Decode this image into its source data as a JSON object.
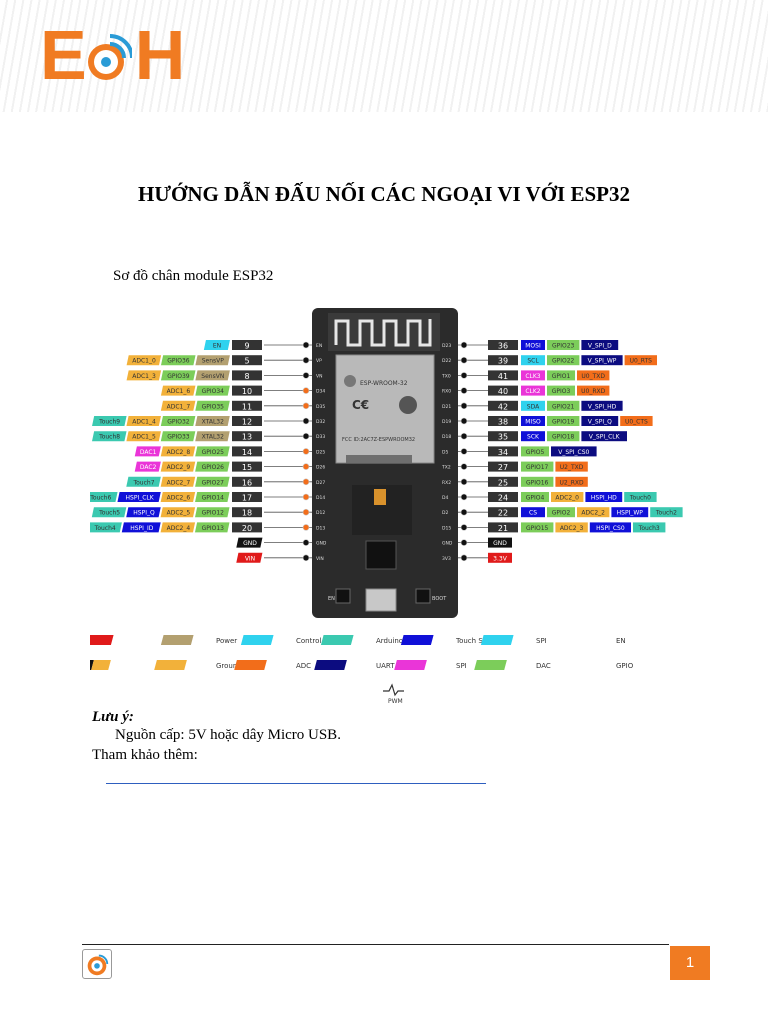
{
  "header": {
    "logo_text": "E H",
    "logo_letter_left": "E",
    "logo_letter_right": "H"
  },
  "title": "HƯỚNG DẪN ĐẤU NỐI CÁC NGOẠI VI VỚI ESP32",
  "subtitle": "Sơ đồ chân module ESP32",
  "module": {
    "chip_label": "ESP-WROOM-32",
    "chip_id": "FCC ID:2AC7Z-ESPWROOM32",
    "en_button": "EN",
    "boot_button": "BOOT",
    "left_pins": [
      "EN",
      "VP",
      "VN",
      "D34",
      "D35",
      "D32",
      "D33",
      "D25",
      "D26",
      "D27",
      "D14",
      "D12",
      "D13",
      "GND",
      "VIN"
    ],
    "right_pins": [
      "D23",
      "D22",
      "TX0",
      "RX0",
      "D21",
      "D19",
      "D18",
      "D5",
      "TX2",
      "RX2",
      "D4",
      "D2",
      "D15",
      "GND",
      "3V3"
    ]
  },
  "left_rows": [
    {
      "pin": "9",
      "labels": [
        {
          "t": "EN",
          "c": "#2fd2ee"
        }
      ]
    },
    {
      "pin": "5",
      "labels": [
        {
          "t": "SensVP",
          "c": "#b3a070"
        },
        {
          "t": "GPIO36",
          "c": "#7ccd5a"
        },
        {
          "t": "ADC1_0",
          "c": "#f2b13a"
        }
      ]
    },
    {
      "pin": "8",
      "labels": [
        {
          "t": "SensVN",
          "c": "#b3a070"
        },
        {
          "t": "GPIO39",
          "c": "#7ccd5a"
        },
        {
          "t": "ADC1_3",
          "c": "#f2b13a"
        }
      ]
    },
    {
      "pin": "10",
      "labels": [
        {
          "t": "GPIO34",
          "c": "#7ccd5a"
        },
        {
          "t": "ADC1_6",
          "c": "#f2b13a"
        }
      ]
    },
    {
      "pin": "11",
      "labels": [
        {
          "t": "GPIO35",
          "c": "#7ccd5a"
        },
        {
          "t": "ADC1_7",
          "c": "#f2b13a"
        }
      ]
    },
    {
      "pin": "12",
      "labels": [
        {
          "t": "XTAL32",
          "c": "#b3a070"
        },
        {
          "t": "GPIO32",
          "c": "#7ccd5a"
        },
        {
          "t": "ADC1_4",
          "c": "#f2b13a"
        },
        {
          "t": "Touch9",
          "c": "#3bc9b0"
        }
      ]
    },
    {
      "pin": "13",
      "labels": [
        {
          "t": "XTAL32",
          "c": "#b3a070"
        },
        {
          "t": "GPIO33",
          "c": "#7ccd5a"
        },
        {
          "t": "ADC1_5",
          "c": "#f2b13a"
        },
        {
          "t": "Touch8",
          "c": "#3bc9b0"
        }
      ]
    },
    {
      "pin": "14",
      "labels": [
        {
          "t": "GPIO25",
          "c": "#7ccd5a"
        },
        {
          "t": "ADC2_8",
          "c": "#f2b13a"
        },
        {
          "t": "DAC1",
          "c": "#ea35d8"
        }
      ]
    },
    {
      "pin": "15",
      "labels": [
        {
          "t": "GPIO26",
          "c": "#7ccd5a"
        },
        {
          "t": "ADC2_9",
          "c": "#f2b13a"
        },
        {
          "t": "DAC2",
          "c": "#ea35d8"
        }
      ]
    },
    {
      "pin": "16",
      "labels": [
        {
          "t": "GPIO27",
          "c": "#7ccd5a"
        },
        {
          "t": "ADC2_7",
          "c": "#f2b13a"
        },
        {
          "t": "Touch7",
          "c": "#3bc9b0"
        }
      ]
    },
    {
      "pin": "17",
      "labels": [
        {
          "t": "GPIO14",
          "c": "#7ccd5a"
        },
        {
          "t": "ADC2_6",
          "c": "#f2b13a"
        },
        {
          "t": "HSPI_CLK",
          "c": "#1010d8"
        },
        {
          "t": "Touch6",
          "c": "#3bc9b0"
        }
      ]
    },
    {
      "pin": "18",
      "labels": [
        {
          "t": "GPIO12",
          "c": "#7ccd5a"
        },
        {
          "t": "ADC2_5",
          "c": "#f2b13a"
        },
        {
          "t": "HSPI_Q",
          "c": "#1010d8"
        },
        {
          "t": "Touch5",
          "c": "#3bc9b0"
        }
      ]
    },
    {
      "pin": "20",
      "labels": [
        {
          "t": "GPIO13",
          "c": "#7ccd5a"
        },
        {
          "t": "ADC2_4",
          "c": "#f2b13a"
        },
        {
          "t": "HSPI_ID",
          "c": "#1010d8"
        },
        {
          "t": "Touch4",
          "c": "#3bc9b0"
        }
      ]
    },
    {
      "pin": "",
      "labels": [
        {
          "t": "GND",
          "c": "#111111"
        }
      ]
    },
    {
      "pin": "",
      "labels": [
        {
          "t": "VIN",
          "c": "#e01a1a"
        }
      ]
    }
  ],
  "right_rows": [
    {
      "pin": "36",
      "labels": [
        {
          "t": "MOSI",
          "c": "#1010d8"
        },
        {
          "t": "GPIO23",
          "c": "#7ccd5a"
        },
        {
          "t": "V_SPI_D",
          "c": "#0c0c80"
        }
      ]
    },
    {
      "pin": "39",
      "labels": [
        {
          "t": "SCL",
          "c": "#2fd2ee"
        },
        {
          "t": "GPIO22",
          "c": "#7ccd5a"
        },
        {
          "t": "V_SPI_WP",
          "c": "#0c0c80"
        },
        {
          "t": "U0_RTS",
          "c": "#f26d1a"
        }
      ]
    },
    {
      "pin": "41",
      "labels": [
        {
          "t": "CLK3",
          "c": "#ea35d8"
        },
        {
          "t": "GPIO1",
          "c": "#7ccd5a"
        },
        {
          "t": "U0_TXD",
          "c": "#f26d1a"
        }
      ]
    },
    {
      "pin": "40",
      "labels": [
        {
          "t": "CLK2",
          "c": "#ea35d8"
        },
        {
          "t": "GPIO3",
          "c": "#7ccd5a"
        },
        {
          "t": "U0_RXD",
          "c": "#f26d1a"
        }
      ]
    },
    {
      "pin": "42",
      "labels": [
        {
          "t": "SDA",
          "c": "#2fd2ee"
        },
        {
          "t": "GPIO21",
          "c": "#7ccd5a"
        },
        {
          "t": "V_SPI_HD",
          "c": "#0c0c80"
        }
      ]
    },
    {
      "pin": "38",
      "labels": [
        {
          "t": "MISO",
          "c": "#1010d8"
        },
        {
          "t": "GPIO19",
          "c": "#7ccd5a"
        },
        {
          "t": "V_SPI_Q",
          "c": "#0c0c80"
        },
        {
          "t": "U0_CTS",
          "c": "#f26d1a"
        }
      ]
    },
    {
      "pin": "35",
      "labels": [
        {
          "t": "SCK",
          "c": "#1010d8"
        },
        {
          "t": "GPIO18",
          "c": "#7ccd5a"
        },
        {
          "t": "V_SPI_CLK",
          "c": "#0c0c80"
        }
      ]
    },
    {
      "pin": "34",
      "labels": [
        {
          "t": "GPIO5",
          "c": "#7ccd5a"
        },
        {
          "t": "V_SPI_CS0",
          "c": "#0c0c80"
        }
      ]
    },
    {
      "pin": "27",
      "labels": [
        {
          "t": "GPIO17",
          "c": "#7ccd5a"
        },
        {
          "t": "U2_TXD",
          "c": "#f26d1a"
        }
      ]
    },
    {
      "pin": "25",
      "labels": [
        {
          "t": "GPIO16",
          "c": "#7ccd5a"
        },
        {
          "t": "U2_RXD",
          "c": "#f26d1a"
        }
      ]
    },
    {
      "pin": "24",
      "labels": [
        {
          "t": "GPIO4",
          "c": "#7ccd5a"
        },
        {
          "t": "ADC2_0",
          "c": "#f2b13a"
        },
        {
          "t": "HSPI_HD",
          "c": "#1010d8"
        },
        {
          "t": "Touch0",
          "c": "#3bc9b0"
        }
      ]
    },
    {
      "pin": "22",
      "labels": [
        {
          "t": "CS",
          "c": "#1010d8"
        },
        {
          "t": "GPIO2",
          "c": "#7ccd5a"
        },
        {
          "t": "ADC2_2",
          "c": "#f2b13a"
        },
        {
          "t": "HSPI_WP",
          "c": "#1010d8"
        },
        {
          "t": "Touch2",
          "c": "#3bc9b0"
        }
      ]
    },
    {
      "pin": "21",
      "labels": [
        {
          "t": "GPIO15",
          "c": "#7ccd5a"
        },
        {
          "t": "ADC2_3",
          "c": "#f2b13a"
        },
        {
          "t": "HSPI_CS0",
          "c": "#1010d8"
        },
        {
          "t": "Touch3",
          "c": "#3bc9b0"
        }
      ]
    },
    {
      "pin": "",
      "labels": [
        {
          "t": "GND",
          "c": "#111111"
        }
      ]
    },
    {
      "pin": "",
      "labels": [
        {
          "t": "3.3V",
          "c": "#e01a1a"
        }
      ]
    }
  ],
  "legend": [
    {
      "label": "Power",
      "color": "#e01a1a"
    },
    {
      "label": "Control",
      "color": "#b3a070"
    },
    {
      "label": "Arduino",
      "color": "#2fd2ee"
    },
    {
      "label": "Touch Sensor",
      "color": "#3bc9b0"
    },
    {
      "label": "SPI",
      "color": "#1010d8"
    },
    {
      "label": "EN",
      "color": "#2fd2ee"
    },
    {
      "label": "Ground",
      "color": "#111111",
      "color2": "#f2b13a"
    },
    {
      "label": "ADC",
      "color": "#f2b13a"
    },
    {
      "label": "UART",
      "color": "#f26d1a"
    },
    {
      "label": "SPI",
      "color": "#0c0c80"
    },
    {
      "label": "DAC",
      "color": "#ea35d8"
    },
    {
      "label": "GPIO",
      "color": "#7ccd5a"
    }
  ],
  "pwm_label": "PWM",
  "notes": {
    "heading": "Lưu ý:",
    "line1": "Nguồn cấp: 5V hoặc dây Micro USB.",
    "line2": "Tham khảo thêm:"
  },
  "footer": {
    "page_number": "1"
  },
  "colors": {
    "brand": "#f07b22",
    "board": "#2b2b2b",
    "pin_number_bg": "#333333"
  }
}
